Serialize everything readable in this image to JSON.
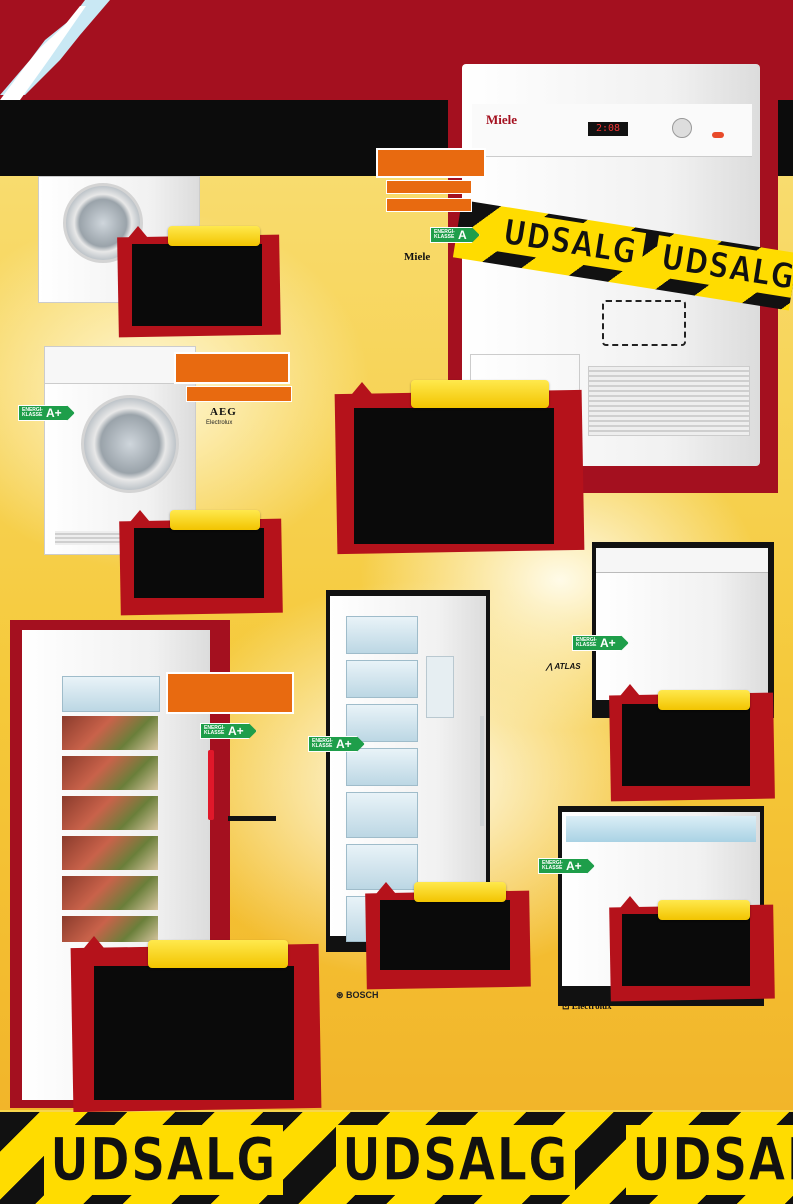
{
  "banner": {
    "color": "#a4101f",
    "tape_colors": [
      "#111111",
      "#ffdc00"
    ]
  },
  "tape": {
    "word": "UDSALG"
  },
  "colors": {
    "energy_green": "#1e9e4a",
    "price_red": "#b5121b",
    "price_tab_yellow": "#f2c400",
    "orange": "#e86a10"
  },
  "brands": {
    "miele": "Miele",
    "aeg": "AEG",
    "aeg_sub": "Electrolux",
    "atlas": "ATLAS",
    "bosch": "BOSCH",
    "electrolux": "Electrolux"
  },
  "energy_labels": {
    "miele_dryer": {
      "caption": "ENERGI-KLASSE",
      "grade": "A"
    },
    "aeg_dryer": {
      "caption": "ENERGI-KLASSE",
      "grade": "A+"
    },
    "atlas_chest": {
      "caption": "ENERGI-KLASSE",
      "grade": "A+"
    },
    "bosch_freezer": {
      "caption": "ENERGI-KLASSE",
      "grade": "A+"
    },
    "liebherr_freezer": {
      "caption": "ENERGI-KLASSE",
      "grade": "A+"
    },
    "electrolux_chest": {
      "caption": "ENERGI-KLASSE",
      "grade": "A+"
    }
  },
  "dryer_display": {
    "readout": "2:08"
  }
}
